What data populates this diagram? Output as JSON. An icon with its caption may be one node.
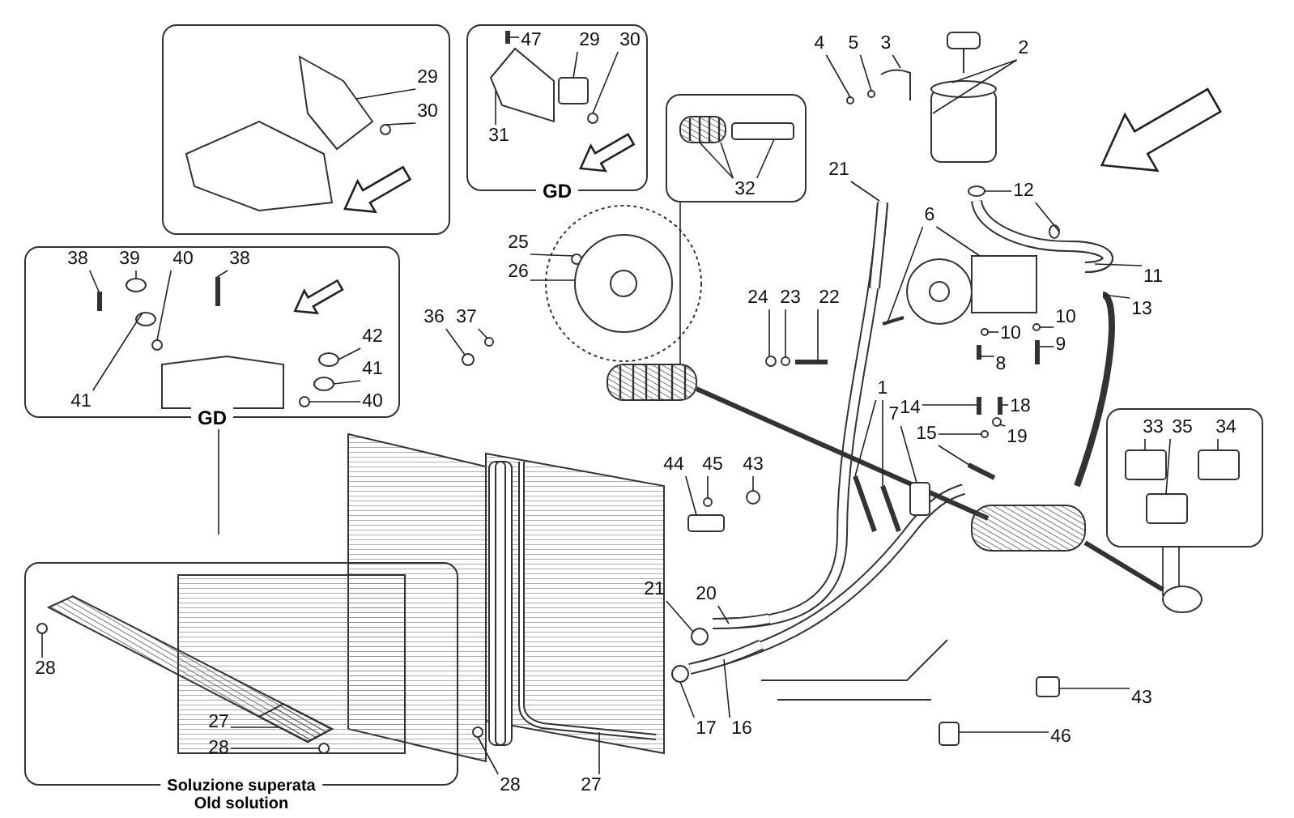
{
  "diagram": {
    "nodes": [
      {
        "text": [],
        "shape": "box"
      },
      {
        "text": [
          "29"
        ],
        "in": 0
      },
      {
        "text": [
          "30"
        ],
        "in": 0
      },
      {
        "text": [
          "GD"
        ]
      },
      {
        "text": [
          "47"
        ],
        "in": 3
      },
      {
        "text": [
          "29"
        ],
        "in": 3
      },
      {
        "text": [
          "30"
        ],
        "in": 3
      },
      {
        "text": [
          "31"
        ],
        "in": 3
      },
      {
        "text": [],
        "shape": "box"
      },
      {
        "text": [
          "32"
        ],
        "in": 8
      },
      {
        "text": [
          "4"
        ]
      },
      {
        "text": [
          "5"
        ]
      },
      {
        "text": [
          "3"
        ]
      },
      {
        "text": [
          "2"
        ]
      },
      {
        "text": [
          "GD"
        ]
      },
      {
        "text": [
          "38"
        ],
        "in": 14
      },
      {
        "text": [
          "39"
        ],
        "in": 14
      },
      {
        "text": [
          "40"
        ],
        "in": 14
      },
      {
        "text": [
          "38"
        ],
        "in": 14
      },
      {
        "text": [
          "41"
        ],
        "in": 14
      },
      {
        "text": [
          "42"
        ],
        "in": 14
      },
      {
        "text": [
          "41"
        ],
        "in": 14
      },
      {
        "text": [
          "40"
        ],
        "in": 14
      },
      {
        "text": [
          "25"
        ]
      },
      {
        "text": [
          "26"
        ]
      },
      {
        "text": [
          "21"
        ]
      },
      {
        "text": [
          "12"
        ]
      },
      {
        "text": [
          "6"
        ]
      },
      {
        "text": [
          "11"
        ]
      },
      {
        "text": [
          "13"
        ]
      },
      {
        "text": [
          "36"
        ]
      },
      {
        "text": [
          "37"
        ]
      },
      {
        "text": [
          "10"
        ]
      },
      {
        "text": [
          "10"
        ]
      },
      {
        "text": [
          "9"
        ]
      },
      {
        "text": [
          "8"
        ]
      },
      {
        "text": [
          "24"
        ]
      },
      {
        "text": [
          "23"
        ]
      },
      {
        "text": [
          "22"
        ]
      },
      {
        "text": [
          "14"
        ]
      },
      {
        "text": [
          "1"
        ]
      },
      {
        "text": [
          "15"
        ]
      },
      {
        "text": [
          "18"
        ]
      },
      {
        "text": [
          "7"
        ]
      },
      {
        "text": [
          "19"
        ]
      },
      {
        "text": [],
        "shape": "box"
      },
      {
        "text": [
          "33"
        ],
        "in": 45
      },
      {
        "text": [
          "35"
        ],
        "in": 45
      },
      {
        "text": [
          "34"
        ],
        "in": 45
      },
      {
        "text": [
          "44"
        ]
      },
      {
        "text": [
          "45"
        ]
      },
      {
        "text": [
          "43"
        ]
      },
      {
        "text": [
          "21"
        ]
      },
      {
        "text": [
          "20"
        ]
      },
      {
        "text": [
          "Soluzione superata",
          "Old solution"
        ]
      },
      {
        "text": [
          "28"
        ],
        "in": 54
      },
      {
        "text": [
          "27"
        ],
        "in": 54
      },
      {
        "text": [
          "28"
        ],
        "in": 54
      },
      {
        "text": [
          "17"
        ]
      },
      {
        "text": [
          "16"
        ]
      },
      {
        "text": [
          "43"
        ]
      },
      {
        "text": [
          "46"
        ]
      },
      {
        "text": [
          "28"
        ]
      },
      {
        "text": [
          "27"
        ]
      },
      {
        "text": [],
        "shape": "picture",
        "in": 0
      },
      {
        "text": [],
        "shape": "circle",
        "in": 0
      },
      {
        "text": [],
        "shape": "bar",
        "in": 3
      },
      {
        "text": [],
        "shape": "picture",
        "in": 3
      },
      {
        "text": [],
        "shape": "box",
        "in": 3
      },
      {
        "text": [],
        "shape": "circle",
        "in": 3
      },
      {
        "text": [],
        "shape": "picture",
        "in": 8
      },
      {
        "text": [],
        "shape": "box",
        "in": 8
      },
      {
        "text": [],
        "shape": "picture"
      },
      {
        "text": [],
        "shape": "circle"
      },
      {
        "text": [],
        "shape": "circle"
      },
      {
        "text": [],
        "shape": "picture"
      },
      {
        "text": [],
        "shape": "cylinder"
      },
      {
        "text": [],
        "shape": "bar",
        "in": 14
      },
      {
        "text": [],
        "shape": "circle",
        "in": 14
      },
      {
        "text": [],
        "shape": "circle",
        "in": 14
      },
      {
        "text": [],
        "shape": "circle",
        "in": 14
      },
      {
        "text": [],
        "shape": "bar",
        "in": 14
      },
      {
        "text": [],
        "shape": "circle",
        "in": 14
      },
      {
        "text": [],
        "shape": "circle",
        "in": 14
      },
      {
        "text": [],
        "shape": "circle",
        "in": 14
      },
      {
        "text": [],
        "shape": "circle"
      },
      {
        "text": [],
        "shape": "picture"
      },
      {
        "text": [],
        "shape": "picture"
      },
      {
        "text": [],
        "shape": "picture"
      },
      {
        "text": [],
        "shape": "circle"
      },
      {
        "text": [],
        "shape": "circle"
      },
      {
        "text": [],
        "shape": "picture"
      },
      {
        "text": [],
        "shape": "picture"
      },
      {
        "text": [],
        "shape": "picture"
      },
      {
        "text": [],
        "shape": "circle"
      },
      {
        "text": [],
        "shape": "circle"
      },
      {
        "text": [],
        "shape": "circle"
      },
      {
        "text": [],
        "shape": "circle"
      },
      {
        "text": [],
        "shape": "bar"
      },
      {
        "text": [],
        "shape": "bar"
      },
      {
        "text": [],
        "shape": "circle"
      },
      {
        "text": [],
        "shape": "circle"
      },
      {
        "text": [],
        "shape": "bar"
      },
      {
        "text": [],
        "shape": "bar"
      },
      {
        "text": [],
        "shape": "picture"
      },
      {
        "text": [],
        "shape": "picture"
      },
      {
        "text": [],
        "shape": "circle"
      },
      {
        "text": [],
        "shape": "picture"
      },
      {
        "text": [],
        "shape": "bar"
      },
      {
        "text": [],
        "shape": "box"
      },
      {
        "text": [],
        "shape": "circle"
      },
      {
        "text": [],
        "shape": "circle"
      },
      {
        "text": [],
        "shape": "box"
      },
      {
        "text": [],
        "shape": "circle"
      },
      {
        "text": [],
        "shape": "circle"
      },
      {
        "text": [],
        "shape": "circle"
      },
      {
        "text": [],
        "shape": "circle"
      },
      {
        "text": [],
        "shape": "picture"
      },
      {
        "text": [],
        "shape": "box"
      },
      {
        "text": [],
        "shape": "box"
      },
      {
        "text": [],
        "shape": "circle"
      },
      {
        "text": [],
        "shape": "picture"
      },
      {
        "text": [],
        "shape": "circle",
        "in": 54
      },
      {
        "text": [],
        "shape": "picture",
        "in": 54
      },
      {
        "text": [],
        "shape": "circle",
        "in": 54
      },
      {
        "text": [],
        "shape": "picture"
      },
      {
        "text": [],
        "shape": "box",
        "in": 45
      },
      {
        "text": [],
        "shape": "box",
        "in": 45
      },
      {
        "text": [],
        "shape": "box",
        "in": 45
      }
    ],
    "edges": [
      {
        "from": 1,
        "to": 64,
        "arrow": "none"
      },
      {
        "from": 2,
        "to": 65,
        "arrow": "none"
      },
      {
        "from": 4,
        "to": 66,
        "arrow": "none"
      },
      {
        "from": 5,
        "to": 68,
        "arrow": "none"
      },
      {
        "from": 6,
        "to": 69,
        "arrow": "none"
      },
      {
        "from": 7,
        "to": 67,
        "arrow": "none"
      },
      {
        "from": 9,
        "to": 70,
        "arrow": "none"
      },
      {
        "from": 9,
        "to": 70,
        "arrow": "none"
      },
      {
        "from": 9,
        "to": 71,
        "arrow": "none"
      },
      {
        "from": 8,
        "to": 72,
        "arrow": "none"
      },
      {
        "from": 10,
        "to": 73,
        "arrow": "none"
      },
      {
        "from": 11,
        "to": 74,
        "arrow": "none"
      },
      {
        "from": 12,
        "to": 75,
        "arrow": "none"
      },
      {
        "from": 13,
        "to": 76,
        "arrow": "none"
      },
      {
        "from": 13,
        "to": 76,
        "arrow": "none"
      },
      {
        "from": 15,
        "to": 77,
        "arrow": "none"
      },
      {
        "from": 16,
        "to": 78,
        "arrow": "none"
      },
      {
        "from": 17,
        "to": 79,
        "arrow": "none"
      },
      {
        "from": 18,
        "to": 81,
        "arrow": "none"
      },
      {
        "from": 19,
        "to": 80,
        "arrow": "none"
      },
      {
        "from": 20,
        "to": 82,
        "arrow": "none"
      },
      {
        "from": 21,
        "to": 83,
        "arrow": "none"
      },
      {
        "from": 22,
        "to": 84,
        "arrow": "none"
      },
      {
        "from": 14,
        "to": null,
        "arrow": "none"
      },
      {
        "from": 23,
        "to": 85,
        "arrow": "none"
      },
      {
        "from": 24,
        "to": 86,
        "arrow": "none"
      },
      {
        "from": 25,
        "to": 87,
        "arrow": "none"
      },
      {
        "from": 26,
        "to": 89,
        "arrow": "none"
      },
      {
        "from": 26,
        "to": 90,
        "arrow": "none"
      },
      {
        "from": 27,
        "to": 92,
        "arrow": "none"
      },
      {
        "from": 27,
        "to": 91,
        "arrow": "none"
      },
      {
        "from": 28,
        "to": 88,
        "arrow": "none"
      },
      {
        "from": 29,
        "to": 93,
        "arrow": "none"
      },
      {
        "from": 30,
        "to": 94,
        "arrow": "none"
      },
      {
        "from": 31,
        "to": 95,
        "arrow": "none"
      },
      {
        "from": 32,
        "to": 96,
        "arrow": "none"
      },
      {
        "from": 33,
        "to": 97,
        "arrow": "none"
      },
      {
        "from": 34,
        "to": 98,
        "arrow": "none"
      },
      {
        "from": 35,
        "to": 99,
        "arrow": "none"
      },
      {
        "from": 36,
        "to": 100,
        "arrow": "none"
      },
      {
        "from": 37,
        "to": 101,
        "arrow": "none"
      },
      {
        "from": 38,
        "to": 102,
        "arrow": "none"
      },
      {
        "from": 39,
        "to": 103,
        "arrow": "none"
      },
      {
        "from": 40,
        "to": 104,
        "arrow": "none"
      },
      {
        "from": 40,
        "to": 105,
        "arrow": "none"
      },
      {
        "from": 41,
        "to": 106,
        "arrow": "none"
      },
      {
        "from": 41,
        "to": 107,
        "arrow": "none"
      },
      {
        "from": 42,
        "to": 108,
        "arrow": "none"
      },
      {
        "from": 43,
        "to": 109,
        "arrow": "none"
      },
      {
        "from": 44,
        "to": 110,
        "arrow": "none"
      },
      {
        "from": 45,
        "to": 111,
        "arrow": "none"
      },
      {
        "from": 45,
        "to": 111,
        "arrow": "none"
      },
      {
        "from": 49,
        "to": 112,
        "arrow": "none"
      },
      {
        "from": 50,
        "to": 113,
        "arrow": "none"
      },
      {
        "from": 51,
        "to": 114,
        "arrow": "none"
      },
      {
        "from": 52,
        "to": 115,
        "arrow": "none"
      },
      {
        "from": 53,
        "to": 125,
        "arrow": "none"
      },
      {
        "from": 55,
        "to": 122,
        "arrow": "none"
      },
      {
        "from": 56,
        "to": 123,
        "arrow": "none"
      },
      {
        "from": 57,
        "to": 124,
        "arrow": "none"
      },
      {
        "from": 58,
        "to": 116,
        "arrow": "none"
      },
      {
        "from": 59,
        "to": 117,
        "arrow": "none"
      },
      {
        "from": 60,
        "to": 118,
        "arrow": "none"
      },
      {
        "from": 61,
        "to": 119,
        "arrow": "none"
      },
      {
        "from": 62,
        "to": 120,
        "arrow": "none"
      },
      {
        "from": 63,
        "to": 121,
        "arrow": "none"
      },
      {
        "from": 46,
        "to": 126,
        "arrow": "none"
      },
      {
        "from": 47,
        "to": 128,
        "arrow": "none"
      },
      {
        "from": 48,
        "to": 127,
        "arrow": "none"
      }
    ]
  }
}
